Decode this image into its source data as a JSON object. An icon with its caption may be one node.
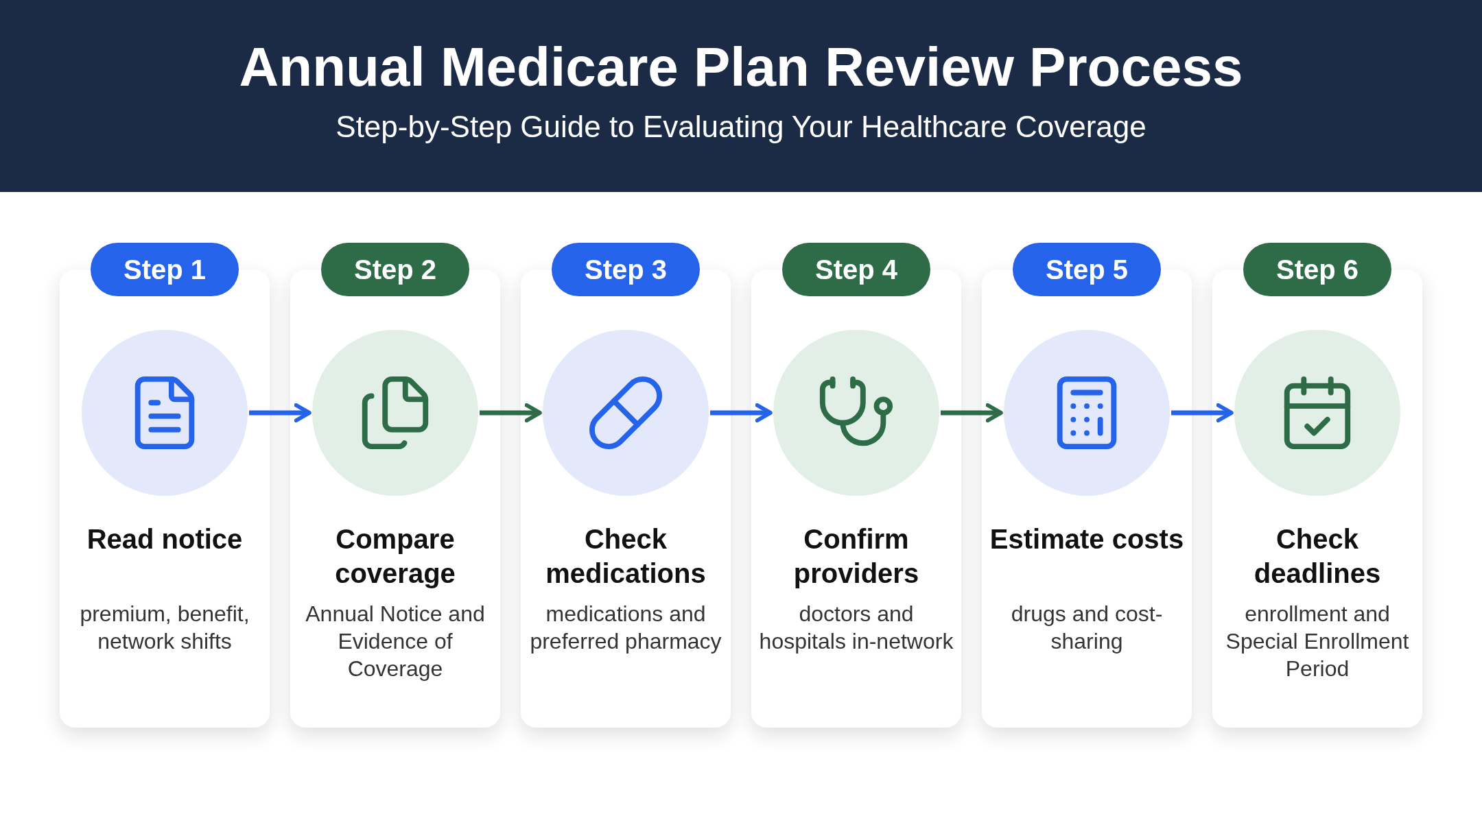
{
  "diagram": {
    "title": "Annual Medicare Plan Review Process",
    "nodes": [
      {
        "text": [
          "Step 1",
          "Read notice",
          "premium, benefit, network shifts"
        ]
      },
      {
        "text": [],
        "shape": "circle",
        "in": 0
      },
      {
        "text": [
          "Step 2",
          "Compare coverage",
          "Annual Notice and Evidence of Coverage"
        ]
      },
      {
        "text": [],
        "shape": "circle",
        "in": 2
      },
      {
        "text": [
          "Step 3",
          "Check medications",
          "medications and preferred pharmacy"
        ]
      },
      {
        "text": [],
        "shape": "circle",
        "in": 4
      },
      {
        "text": [
          "Step 4",
          "Confirm providers",
          "doctors and hospitals in-network"
        ]
      },
      {
        "text": [],
        "shape": "circle",
        "in": 6
      },
      {
        "text": [
          "Step 5",
          "Estimate costs",
          "drugs and cost-sharing"
        ]
      },
      {
        "text": [],
        "shape": "circle",
        "in": 8
      },
      {
        "text": [
          "Step 6",
          "Check deadlines",
          "enrollment and Special Enrollment Period"
        ]
      },
      {
        "text": [],
        "shape": "circle",
        "in": 10
      }
    ],
    "edges": [
      {
        "from": 1,
        "to": 3,
        "arrow": "to"
      },
      {
        "from": 3,
        "to": 5,
        "arrow": "to",
        "color": "#2e6b47"
      },
      {
        "from": 5,
        "to": 7,
        "arrow": "to"
      },
      {
        "from": 7,
        "to": 9,
        "arrow": "to",
        "color": "#2e6b47"
      },
      {
        "from": 9,
        "to": 11,
        "arrow": "to"
      }
    ],
    "labels": [
      "Step-by-Step Guide to Evaluating Your Healthcare Coverage"
    ]
  }
}
